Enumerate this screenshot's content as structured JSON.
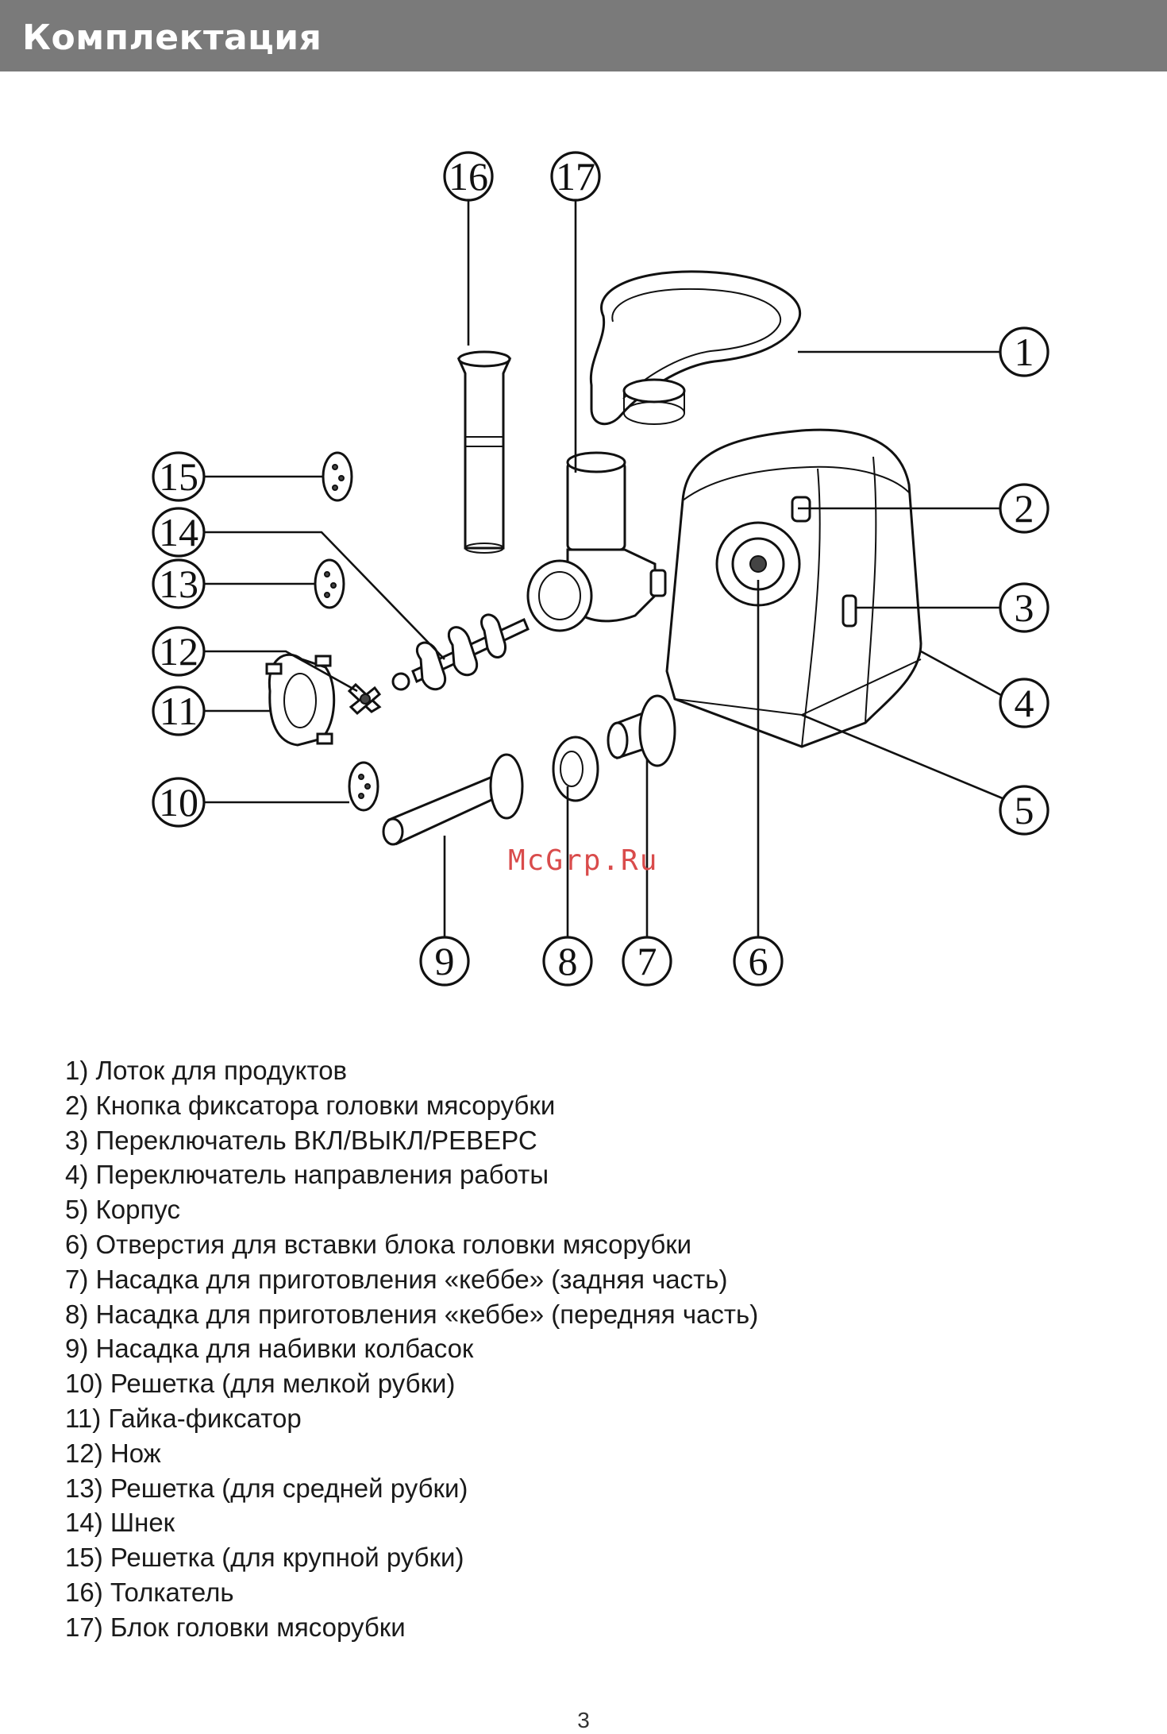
{
  "header": {
    "title": "Комплектация"
  },
  "diagram": {
    "callouts": [
      "1",
      "2",
      "3",
      "4",
      "5",
      "6",
      "7",
      "8",
      "9",
      "10",
      "11",
      "12",
      "13",
      "14",
      "15",
      "16",
      "17"
    ],
    "watermark": "McGrp.Ru"
  },
  "parts": [
    "1) Лоток для продуктов",
    "2) Кнопка фиксатора головки мясорубки",
    "3) Переключатель ВКЛ/ВЫКЛ/РЕВЕРС",
    "4) Переключатель направления работы",
    "5) Корпус",
    "6) Отверстия для вставки блока головки мясорубки",
    "7) Насадка для приготовления «кеббе» (задняя часть)",
    "8) Насадка для приготовления «кеббе» (передняя часть)",
    "9) Насадка для набивки колбасок",
    "10) Решетка (для мелкой рубки)",
    "11) Гайка-фиксатор",
    "12) Нож",
    "13) Решетка (для средней рубки)",
    "14) Шнек",
    "15) Решетка (для крупной рубки)",
    "16) Толкатель",
    "17) Блок головки мясорубки"
  ],
  "page_number": "3"
}
